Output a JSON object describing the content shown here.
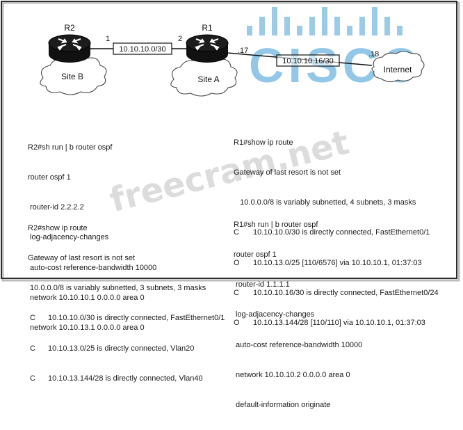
{
  "topology": {
    "routers": [
      {
        "name": "R2"
      },
      {
        "name": "R1"
      }
    ],
    "sites": [
      {
        "name": "Site B"
      },
      {
        "name": "Site A"
      },
      {
        "name": "Internet"
      }
    ],
    "links": [
      {
        "subnet": "10.10.10.0/30",
        "left_host": "1",
        "right_host": "2"
      },
      {
        "subnet": "10.10.10.16/30",
        "left_host": ".17",
        "right_host": ".18"
      }
    ]
  },
  "watermarks": {
    "brand": "CISCO",
    "site": "freecram.net"
  },
  "r2_config": {
    "lines": [
      "R2#sh run | b router ospf",
      "router ospf 1",
      " router-id 2.2.2.2",
      " log-adjacency-changes",
      " auto-cost reference-bandwidth 10000",
      " network 10.10.10.1 0.0.0.0 area 0",
      " network 10.10.13.1 0.0.0.0 area 0"
    ]
  },
  "r2_routes": {
    "header": [
      "R2#show ip route",
      "Gateway of last resort is not set",
      " 10.0.0.0/8 is variably subnetted, 3 subnets, 3 masks"
    ],
    "entries": [
      {
        "code": "C",
        "text": "10.10.10.0/30 is directly connected, FastEthernet0/1"
      },
      {
        "code": "C",
        "text": "10.10.13.0/25 is directly connected, Vlan20"
      },
      {
        "code": "C",
        "text": "10.10.13.144/28 is directly connected, Vlan40"
      }
    ]
  },
  "r1_routes": {
    "header": [
      "R1#show ip route",
      "Gateway of last resort is not set",
      "   10.0.0.0/8 is variably subnetted, 4 subnets, 3 masks"
    ],
    "entries": [
      {
        "code": "C",
        "text": "10.10.10.0/30 is directly connected, FastEthernet0/1"
      },
      {
        "code": "O",
        "text": "10.10.13.0/25 [110/6576] via 10.10.10.1, 01:37:03"
      },
      {
        "code": "C",
        "text": "10.10.10.16/30 is directly connected, FastEthernet0/24"
      },
      {
        "code": "O",
        "text": "10.10.13.144/28 [110/110] via 10.10.10.1, 01:37:03"
      }
    ]
  },
  "r1_config": {
    "lines": [
      "R1#sh run | b router ospf",
      "router ospf 1",
      " router-id 1.1.1.1",
      " log-adjacency-changes",
      " auto-cost reference-bandwidth 10000",
      " network 10.10.10.2 0.0.0.0 area 0",
      " default-information originate"
    ]
  },
  "colors": {
    "frame": "#3a3a3a",
    "router": "#111111",
    "cisco_blue": "#5aa9d6"
  }
}
